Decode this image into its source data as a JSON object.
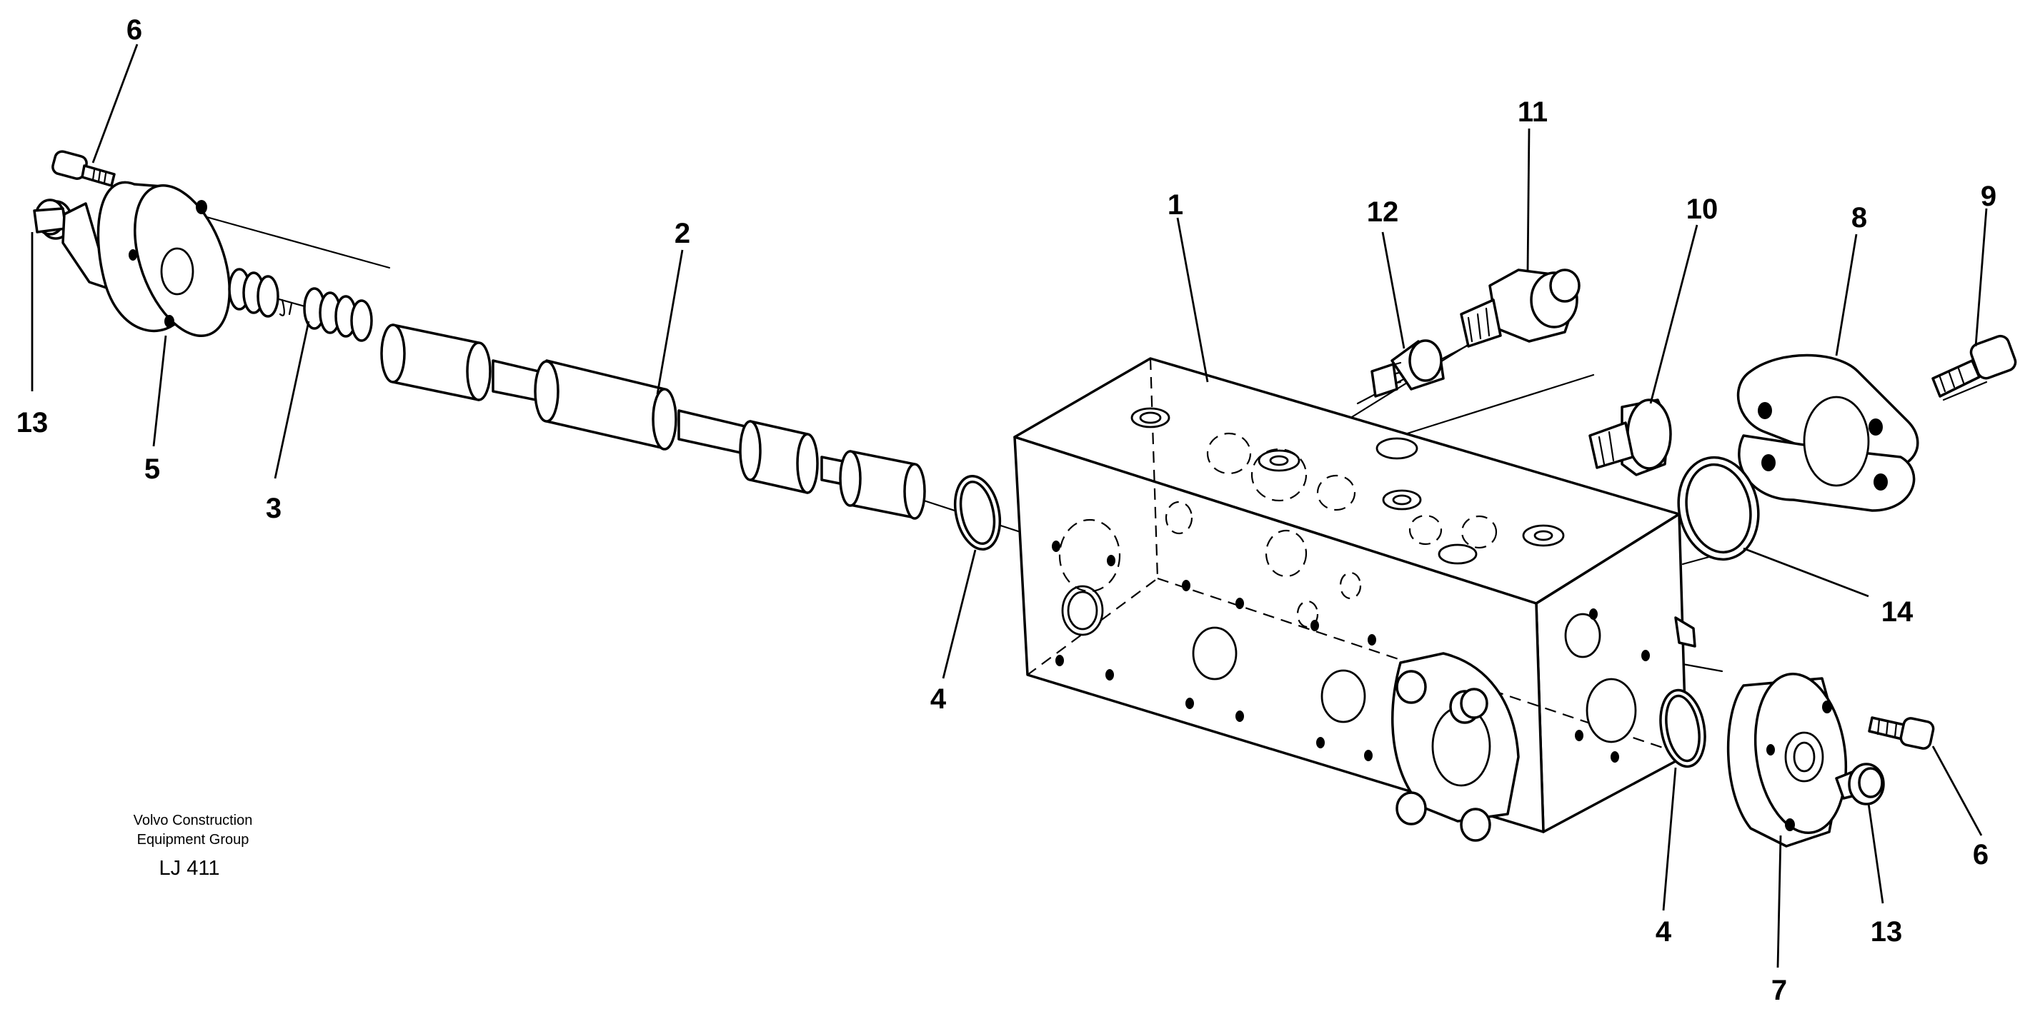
{
  "callouts": {
    "c1": "1",
    "c2": "2",
    "c3": "3",
    "c4a": "4",
    "c4b": "4",
    "c5": "5",
    "c6a": "6",
    "c6b": "6",
    "c7": "7",
    "c8": "8",
    "c9": "9",
    "c10": "10",
    "c11": "11",
    "c12": "12",
    "c13a": "13",
    "c13b": "13",
    "c14": "14"
  },
  "credit": {
    "line1": "Volvo Construction",
    "line2": "Equipment Group",
    "code": "LJ 411"
  }
}
